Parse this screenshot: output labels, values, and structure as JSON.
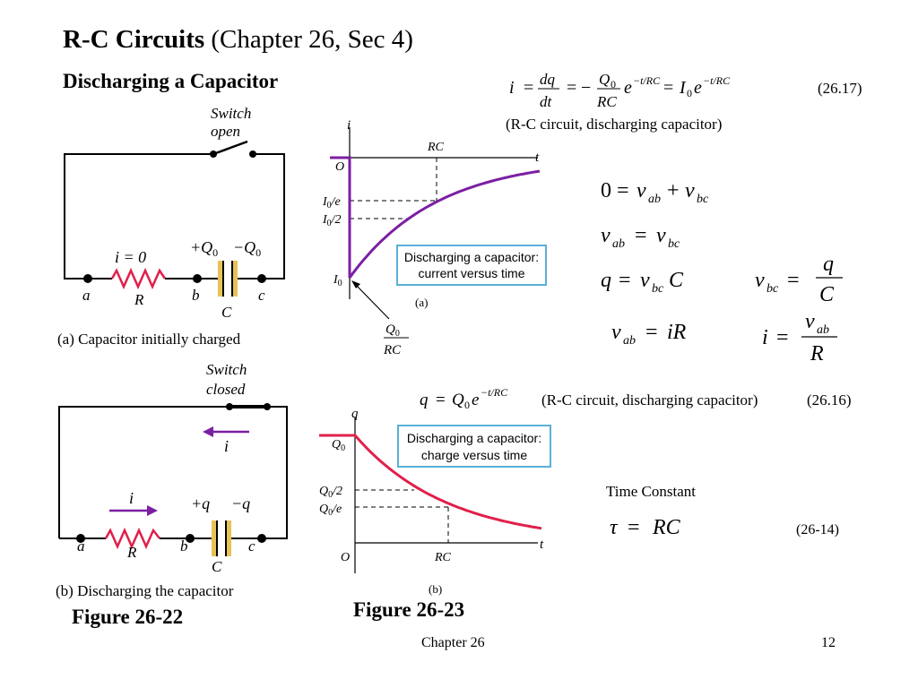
{
  "slide": {
    "title_bold": "R-C Circuits",
    "title_rest": " (Chapter 26, Sec 4)",
    "subtitle": "Discharging a Capacitor",
    "footer_chapter": "Chapter 26",
    "footer_page": "12"
  },
  "circuit_a": {
    "switch_line1": "Switch",
    "switch_line2": "open",
    "current": "i = 0",
    "charge_pos": "+Q",
    "charge_neg": "−Q",
    "sub0": "0",
    "node_a": "a",
    "node_b": "b",
    "node_c": "c",
    "resistor": "R",
    "capacitor": "C",
    "caption": "(a) Capacitor initially charged"
  },
  "circuit_b": {
    "switch_line1": "Switch",
    "switch_line2": "closed",
    "current_top": "i",
    "current_bottom": "i",
    "charge_pos": "+q",
    "charge_neg": "−q",
    "node_a": "a",
    "node_b": "b",
    "node_c": "c",
    "resistor": "R",
    "capacitor": "C",
    "caption": "(b) Discharging the capacitor"
  },
  "graph_a": {
    "y_axis": "i",
    "x_axis": "t",
    "origin": "O",
    "rc_tick": "RC",
    "tick_i0_e": "I",
    "tick_i0_e_suffix": "/e",
    "tick_i0_2_suffix": "/2",
    "tick_i0": "I",
    "sub0": "0",
    "box_line1": "Discharging a capacitor:",
    "box_line2": "current versus time",
    "panel": "(a)",
    "fraction_num": "Q",
    "fraction_den": "RC",
    "curve_color": "#7b1fa2"
  },
  "graph_b": {
    "y_axis": "q",
    "x_axis": "t",
    "origin": "O",
    "rc_tick": "RC",
    "tick_q0": "Q",
    "tick_q0_2_suffix": "/2",
    "tick_q0_e_suffix": "/e",
    "sub0": "0",
    "box_line1": "Discharging a capacitor:",
    "box_line2": "charge versus time",
    "panel": "(b)",
    "curve_color": "#e0204a"
  },
  "equations": {
    "eq_2617_label": "(26.17)",
    "eq_2617_caption": "(R-C circuit, discharging capacitor)",
    "eq_2616_label": "(26.16)",
    "eq_2616_caption": "(R-C circuit, discharging capacitor)",
    "time_constant_label": "Time Constant",
    "tau_label": "(26-14)"
  },
  "figures": {
    "fig_2622": "Figure 26-22",
    "fig_2623": "Figure 26-23"
  },
  "colors": {
    "resistor": "#e0204a",
    "capacitor_plate": "#e8c257",
    "arrow": "#7b1fa2",
    "box_border": "#5ab0d8"
  }
}
